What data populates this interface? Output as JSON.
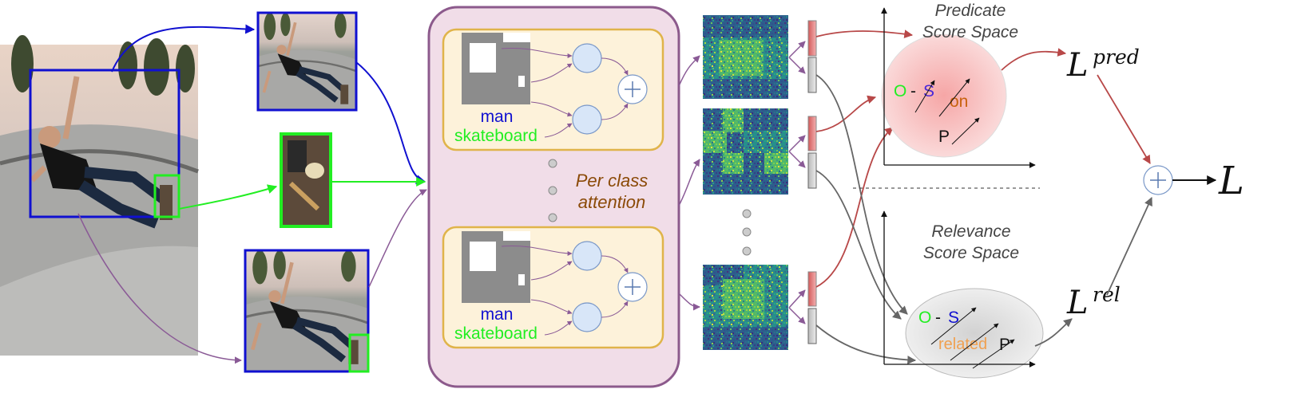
{
  "labels": {
    "subject": "man",
    "object": "skateboard",
    "attention": [
      "Per class",
      "attention"
    ],
    "pred_space": [
      "Predicate",
      "Score Space"
    ],
    "rel_space": [
      "Relevance",
      "Score Space"
    ],
    "pred_symbol": "O",
    "dash": "-",
    "subj_symbol": "S",
    "pred_on": "on",
    "pred_related": "related",
    "pred_p": "P",
    "loss_letter": "L",
    "loss_pred_sup": "pred",
    "loss_rel_sup": "rel"
  },
  "colors": {
    "subject": "#1010d0",
    "object": "#22ee22",
    "union": "#8a5a96",
    "attention_text": "#8b4a08",
    "on_text": "#c8620e",
    "related_text": "#f0a050",
    "red_arrow": "#b84848",
    "gray_arrow": "#666666",
    "panel_fill": "#f1dde8",
    "panel_stroke": "#8c5a8c",
    "box_fill": "#fdf2da",
    "box_stroke": "#e0b44a",
    "node_fill": "#d8e6f8",
    "node_stroke": "#7a98c8"
  },
  "icons": [
    "plus-circle-icon",
    "mask-icon",
    "ellipsis-dots-icon"
  ]
}
